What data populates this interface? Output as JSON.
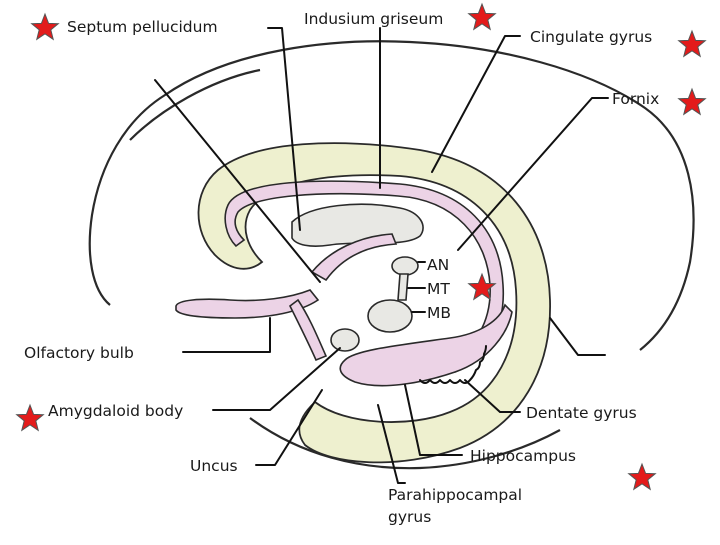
{
  "labels": {
    "septum_pellucidum": "Septum pellucidum",
    "indusium_griseum": "Indusium griseum",
    "cingulate_gyrus": "Cingulate gyrus",
    "fornix": "Fornix",
    "an": "AN",
    "mt": "MT",
    "mb": "MB",
    "olfactory_bulb": "Olfactory bulb",
    "amygdaloid_body": "Amygdaloid body",
    "uncus": "Uncus",
    "dentate_gyrus": "Dentate gyrus",
    "hippocampus": "Hippocampus",
    "parahippocampal_line1": "Parahippocampal",
    "parahippocampal_line2": "gyrus"
  },
  "colors": {
    "star_fill": "#e31b1b",
    "star_stroke": "#555555",
    "gyrus_fill": "#eef0cf",
    "fornix_fill": "#ecd3e6",
    "structure_fill": "#e8e8e4"
  },
  "icons": {
    "marker": "red-star-icon"
  }
}
